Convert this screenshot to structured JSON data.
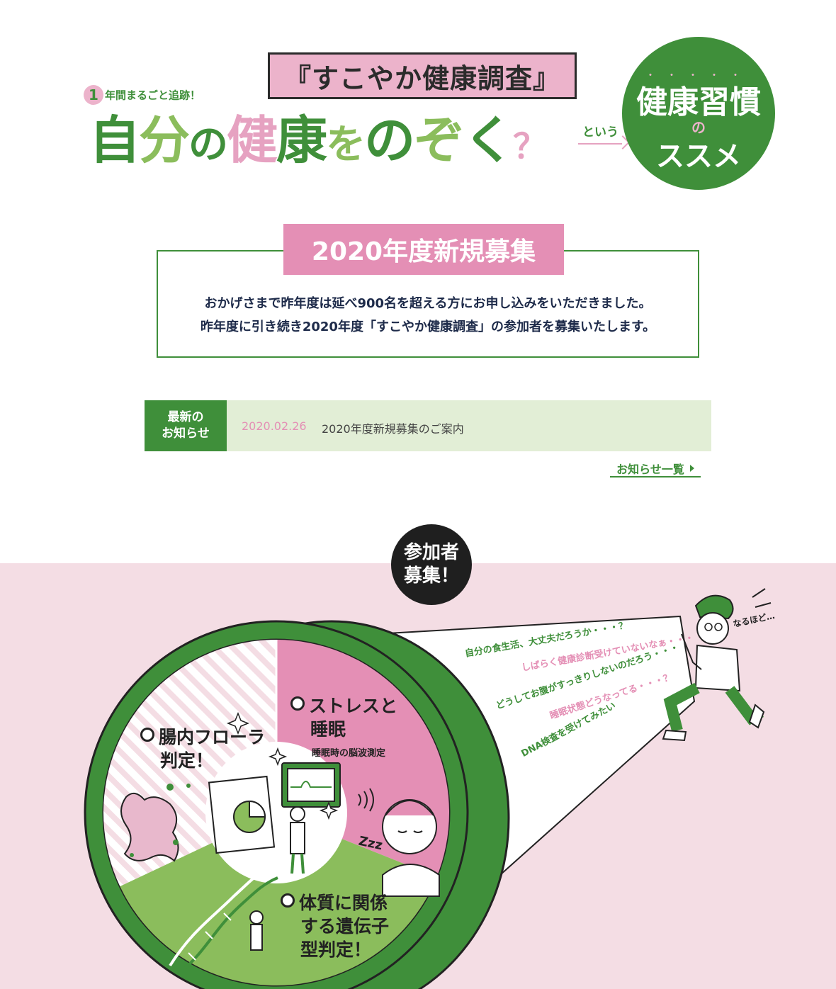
{
  "hero": {
    "survey_name": "『すこやか健康調査』",
    "tagline_num": "1",
    "tagline_rest": "年間まるごと追跡！",
    "title_parts": [
      "自",
      "分",
      "の",
      "健",
      "康",
      "を",
      "の",
      "ぞ",
      "く",
      "？"
    ],
    "toiu": "という",
    "habit_line1": "健康習慣",
    "habit_no": "の",
    "habit_line2": "ススメ",
    "dots": "・・・・・"
  },
  "recruit": {
    "label": "2020年度新規募集",
    "line1": "おかげさまで昨年度は延べ900名を超える方にお申し込みをいただきました。",
    "line2": "昨年度に引き続き2020年度「すこやか健康調査」の参加者を募集いたします。"
  },
  "news": {
    "label_line1": "最新の",
    "label_line2": "お知らせ",
    "date": "2020.02.26",
    "title": "2020年度新規募集のご案内",
    "more": "お知らせ一覧"
  },
  "participants": {
    "badge_line1": "参加者",
    "badge_line2": "募集！",
    "naruhodo": "なるほど…",
    "thoughts": [
      "自分の食生活、大丈夫だろうか・・・？",
      "しばらく健康診断受けていないなぁ・・・",
      "どうしてお腹がすっきりしないのだろう・・・",
      "睡眠状態どうなってる・・・？",
      "DNA検査を受けてみたい"
    ],
    "zzz": "Zzz",
    "sections": {
      "gut_line1": "腸内フローラ",
      "gut_line2": "判定！",
      "stress_line1": "ストレスと",
      "stress_line2": "睡眠",
      "stress_sub": "睡眠時の脳波測定",
      "gene_line1": "体質に関係",
      "gene_line2": "する遺伝子",
      "gene_line3": "型判定！"
    }
  },
  "colors": {
    "green": "#3f8f3a",
    "light_green": "#8bbd5c",
    "pink": "#e48fb5",
    "light_pink": "#ecb3cb",
    "band_pink": "#f4dde4",
    "news_bg": "#e2eed6"
  }
}
